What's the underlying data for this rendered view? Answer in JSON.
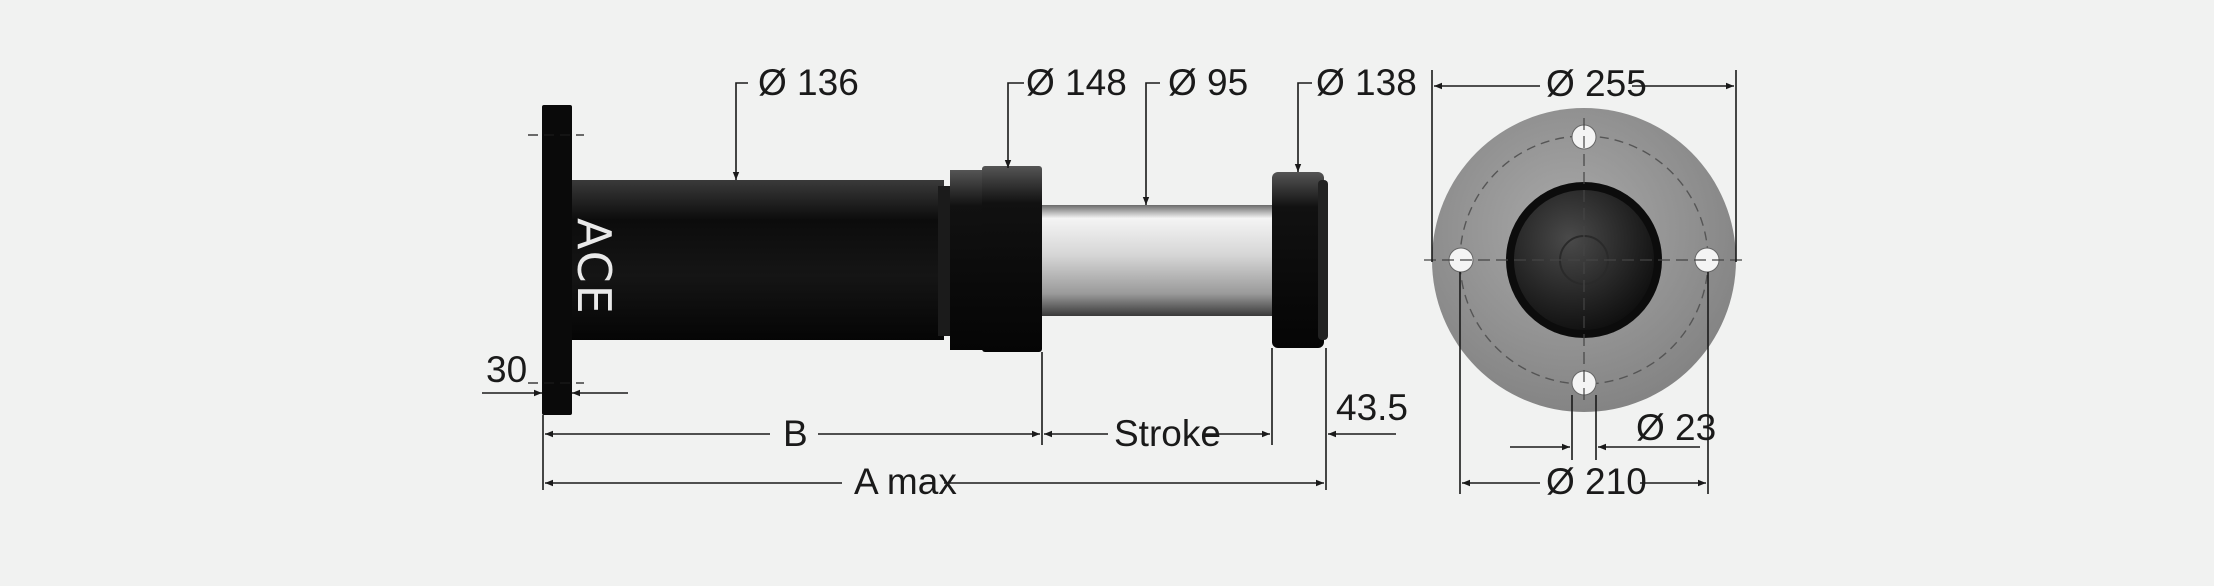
{
  "labels": {
    "d136": "Ø 136",
    "d148": "Ø 148",
    "d95": "Ø 95",
    "d138": "Ø 138",
    "d255": "Ø 255",
    "d210": "Ø 210",
    "d23": "Ø 23",
    "flange": "30",
    "rod_end": "43.5",
    "b": "B",
    "stroke": "Stroke",
    "a_max": "A max",
    "logo": "ACE"
  },
  "colors": {
    "background": "#f1f2f1",
    "body": "#101010",
    "rod": "#c8c8c8",
    "flange_plate": "#8c8c8c",
    "line": "#1a1a1a"
  }
}
